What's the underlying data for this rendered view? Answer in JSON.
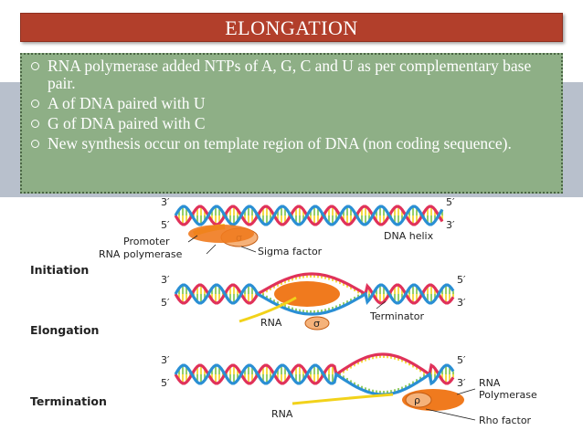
{
  "slide": {
    "title": "ELONGATION",
    "bullets": [
      "RNA polymerase added NTPs of A, G, C and U as per complementary base pair.",
      "A of DNA paired with U",
      "G  of DNA paired with C",
      "New synthesis occur on template region of DNA (non coding sequence)."
    ]
  },
  "diagram": {
    "stages": {
      "initiation": "Initiation",
      "elongation": "Elongation",
      "termination": "Termination"
    },
    "labels": {
      "promoter": "Promoter",
      "sigma_symbol": "σ",
      "rna_polymerase": "RNA polymerase",
      "sigma_factor": "Sigma factor",
      "dna_helix": "DNA helix",
      "terminator": "Terminator",
      "rna": "RNA",
      "rho_symbol": "ρ",
      "rna_poly_line1": "RNA",
      "rna_poly_line2": "Polymerase",
      "rho_factor": "Rho factor"
    },
    "strand_ends": {
      "three_prime": "3′",
      "five_prime": "5′"
    },
    "colors": {
      "strand_blue": "#2a8fd4",
      "strand_red": "#e0325a",
      "base_yellow": "#f2d21a",
      "base_green": "#7cc242",
      "polymerase_orange": "#f07a1e",
      "title_red": "#b23f2b",
      "box_green": "#8eaf86"
    }
  }
}
